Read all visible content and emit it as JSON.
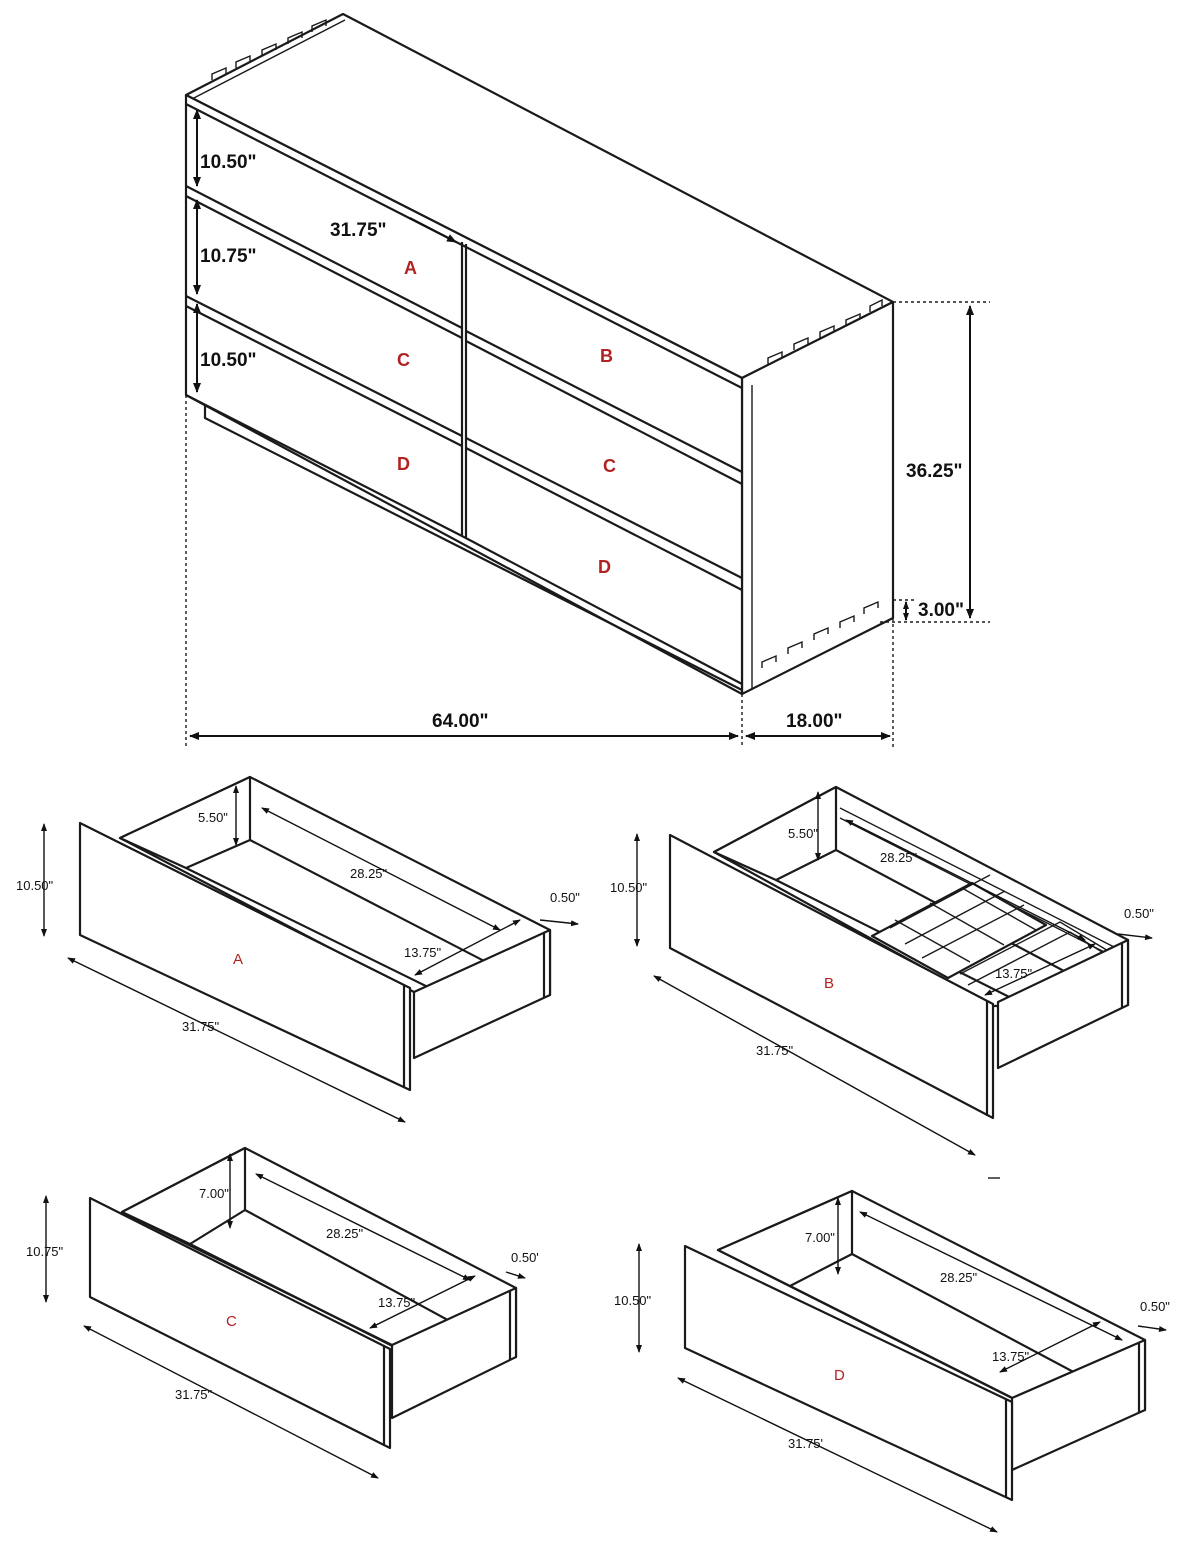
{
  "colors": {
    "line": "#1a1a1a",
    "drawer_tag": "#b22222",
    "background": "#ffffff"
  },
  "dresser": {
    "drawer_heights": [
      "10.50\"",
      "10.75\"",
      "10.50\""
    ],
    "drawer_width": "31.75\"",
    "total_height": "36.25\"",
    "base_height": "3.00\"",
    "total_width": "64.00\"",
    "depth": "18.00\"",
    "tags": {
      "a": "A",
      "b": "B",
      "c_left": "C",
      "c_right": "C",
      "d_left": "D",
      "d_right": "D"
    }
  },
  "drawers": [
    {
      "tag": "A",
      "height": "10.50\"",
      "inner_height": "5.50\"",
      "inner_length": "28.25\"",
      "inner_width": "13.75\"",
      "side": "0.50\"",
      "front_width": "31.75\""
    },
    {
      "tag": "B",
      "height": "10.50\"",
      "inner_height": "5.50\"",
      "inner_length": "28.25\"",
      "inner_width": "13.75\"",
      "side": "0.50\"",
      "front_width": "31.75\""
    },
    {
      "tag": "C",
      "height": "10.75\"",
      "inner_height": "7.00\"",
      "inner_length": "28.25\"",
      "inner_width": "13.75\"",
      "side": "0.50'",
      "front_width": "31.75\""
    },
    {
      "tag": "D",
      "height": "10.50\"",
      "inner_height": "7.00\"",
      "inner_length": "28.25\"",
      "inner_width": "13.75\"",
      "side": "0.50\"",
      "front_width": "31.75'"
    }
  ]
}
